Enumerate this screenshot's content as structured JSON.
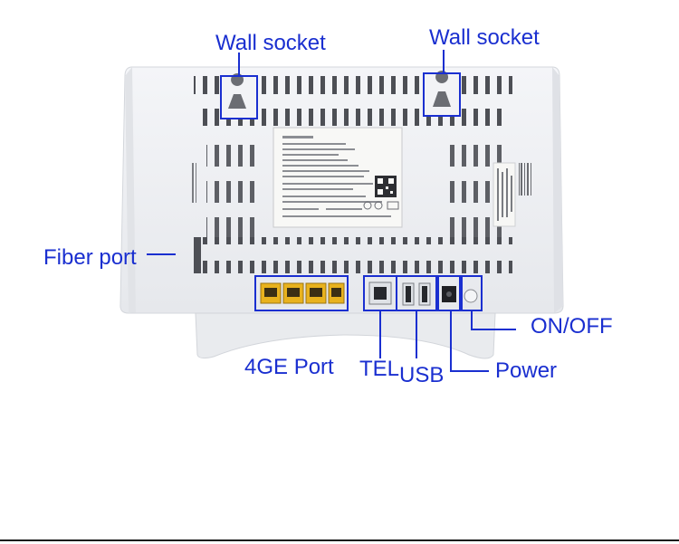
{
  "labels": {
    "wall_socket_left": "Wall socket",
    "wall_socket_right": "Wall socket",
    "fiber_port": "Fiber port",
    "ge_port": "4GE Port",
    "tel": "TEL",
    "usb": "USB",
    "power": "Power",
    "on_off": "ON/OFF"
  },
  "colors": {
    "callout": "#1a2fd0",
    "device_body": "#eef0f3",
    "lan_port": "#e8b21e"
  },
  "icons": [
    "router-photo",
    "ethernet-port-icon",
    "usb-port-icon",
    "power-jack-icon",
    "power-button-icon",
    "qr-code-icon"
  ]
}
